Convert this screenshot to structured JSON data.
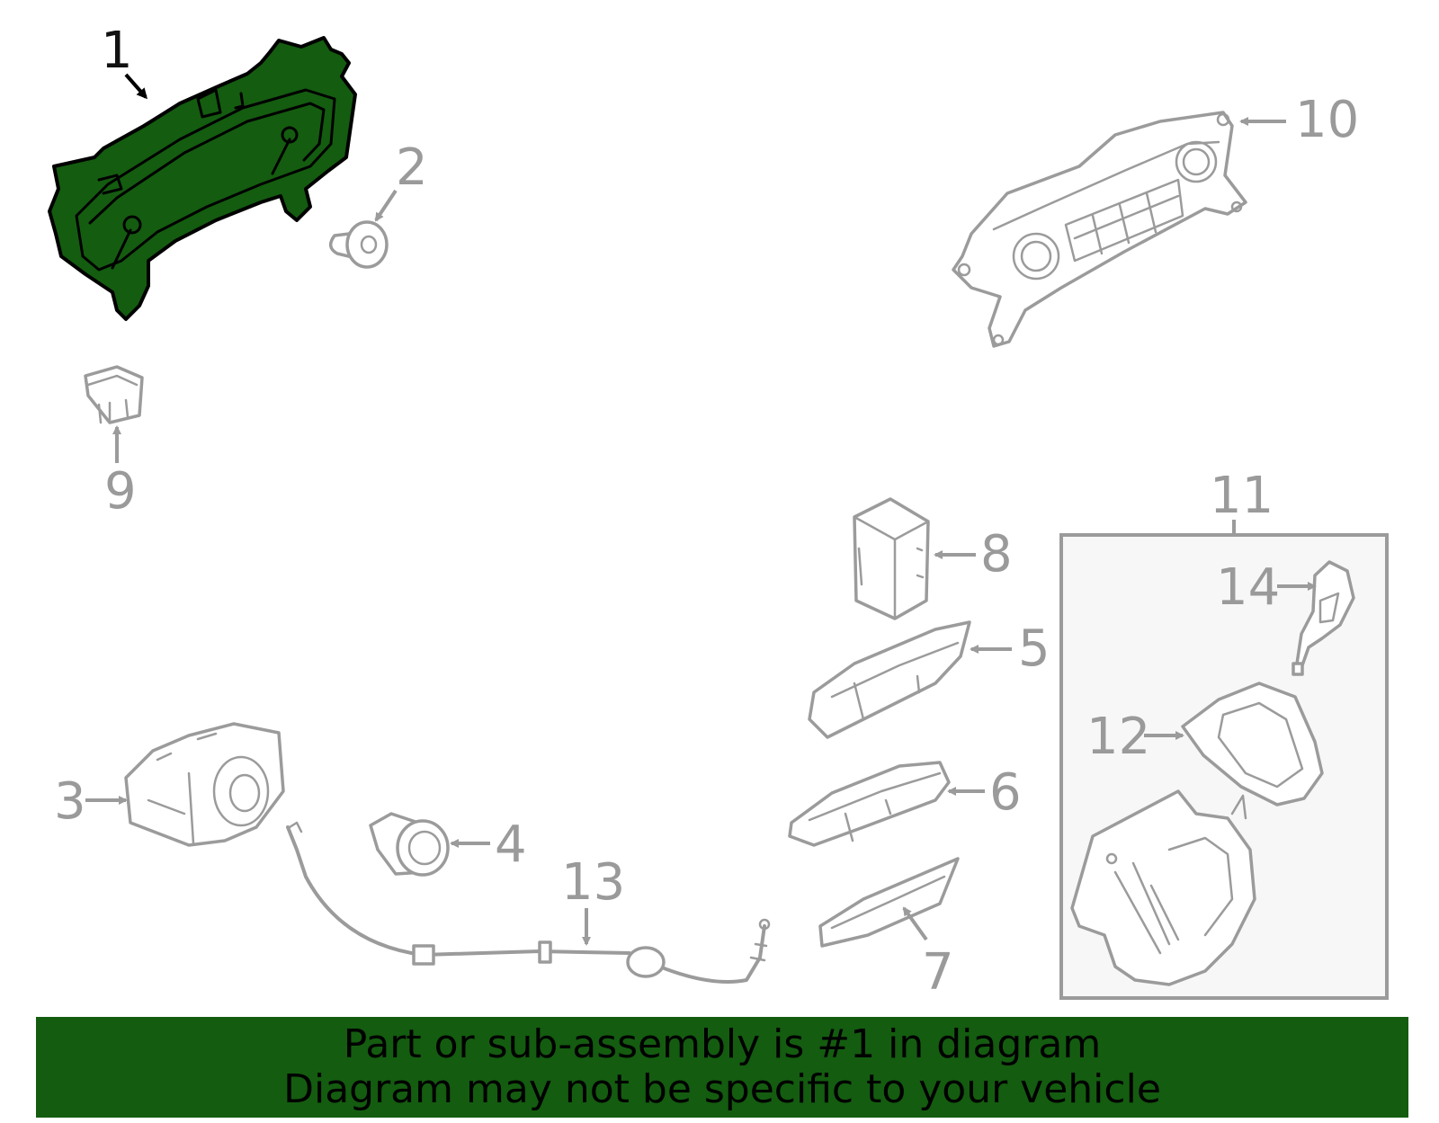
{
  "callouts": {
    "c1": "1",
    "c2": "2",
    "c3": "3",
    "c4": "4",
    "c5": "5",
    "c6": "6",
    "c7": "7",
    "c8": "8",
    "c9": "9",
    "c10": "10",
    "c11": "11",
    "c12": "12",
    "c13": "13",
    "c14": "14"
  },
  "colors": {
    "highlight": "#145c10",
    "line": "#9b9b9b",
    "label": "#9a9a9a",
    "inset_bg": "#f7f7f7"
  },
  "banner": {
    "line1": "Part or sub-assembly is #1 in diagram",
    "line2": "Diagram may not be specific to your vehicle"
  }
}
